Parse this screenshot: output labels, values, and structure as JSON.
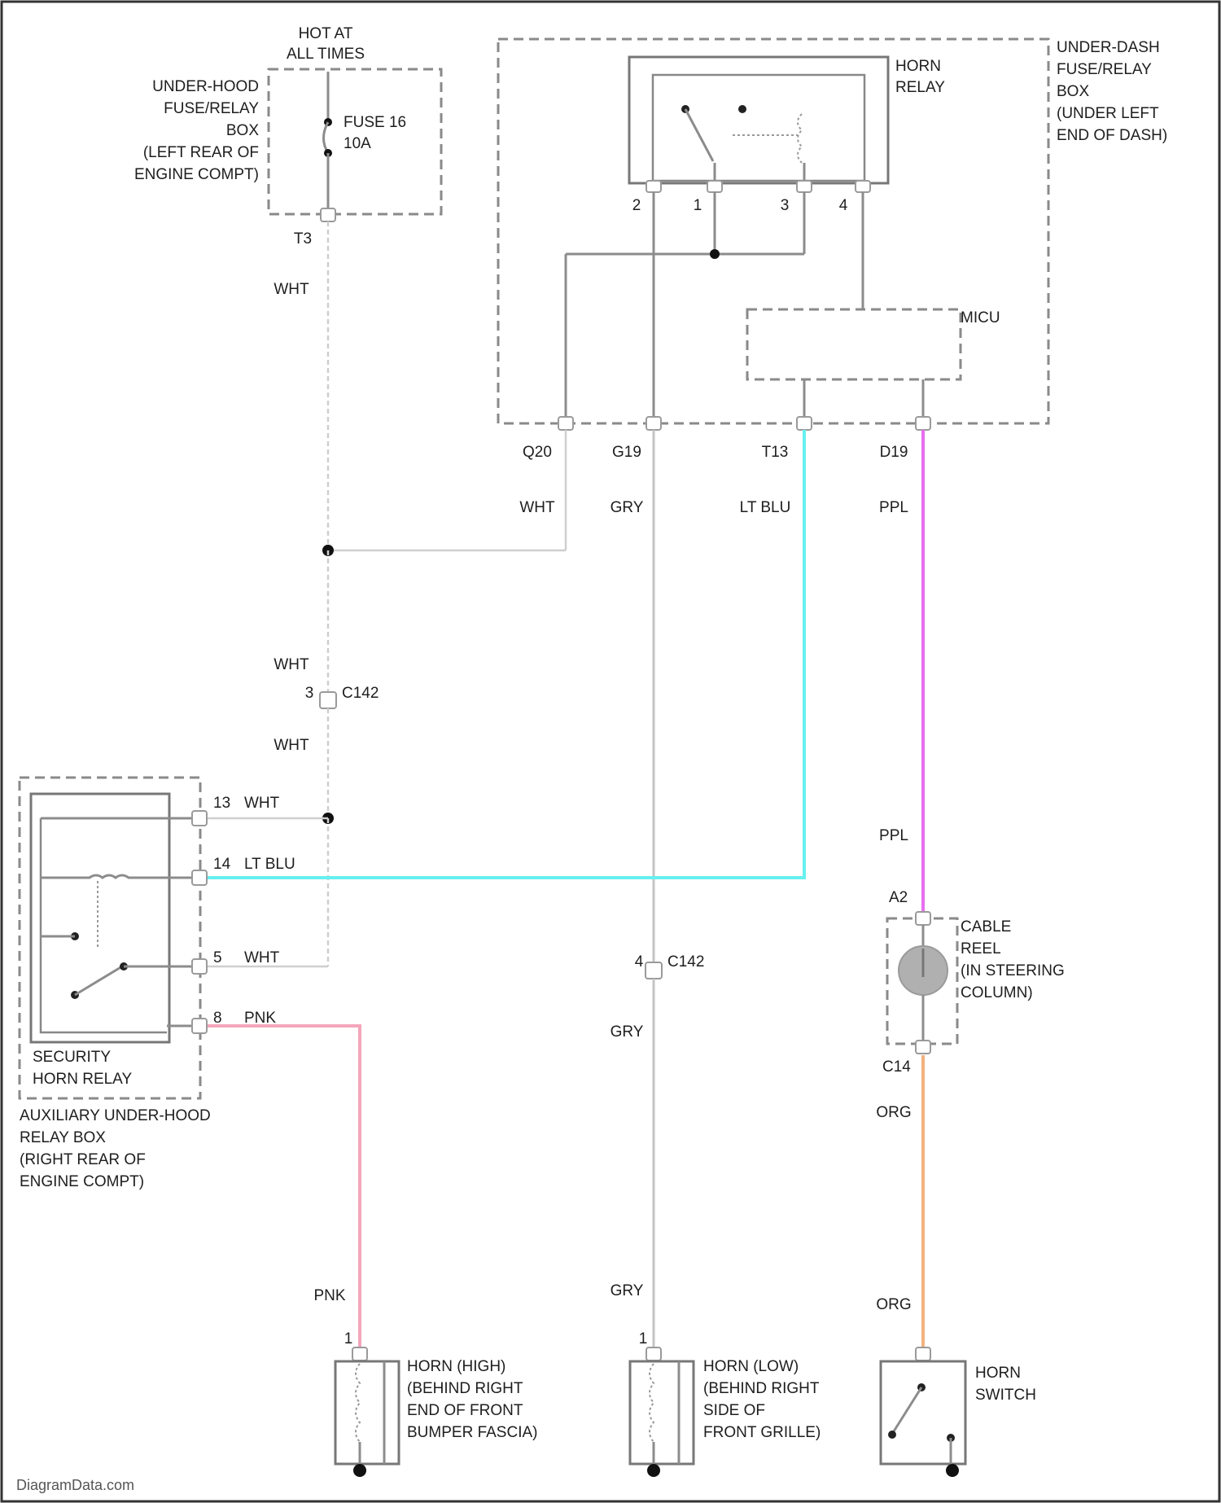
{
  "colors": {
    "lt_blu": "#66f0f0",
    "ppl": "#e86ef0",
    "pnk": "#f4a6bb",
    "org": "#f3b27d",
    "wht": "#cfcfcf",
    "gry": "#c4c4c4"
  },
  "components": {
    "hot_at_all_times": [
      "HOT AT",
      "ALL TIMES"
    ],
    "under_hood_box": [
      "UNDER-HOOD",
      "FUSE/RELAY",
      "BOX",
      "(LEFT REAR OF",
      "ENGINE COMPT)"
    ],
    "fuse": [
      "FUSE 16",
      "10A"
    ],
    "fuse_terminal": "T3",
    "horn_relay": [
      "HORN",
      "RELAY"
    ],
    "under_dash_box": [
      "UNDER-DASH",
      "FUSE/RELAY",
      "BOX",
      "(UNDER LEFT",
      "END OF DASH)"
    ],
    "relay_pins": [
      "2",
      "1",
      "3",
      "4"
    ],
    "micu": "MICU",
    "terminals": [
      "Q20",
      "G19",
      "T13",
      "D19"
    ],
    "security_relay": [
      "SECURITY",
      "HORN RELAY"
    ],
    "aux_box": [
      "AUXILIARY UNDER-HOOD",
      "RELAY BOX",
      "(RIGHT REAR OF",
      "ENGINE COMPT)"
    ],
    "cable_reel": [
      "CABLE",
      "REEL",
      "(IN STEERING",
      "COLUMN)"
    ],
    "cable_reel_pins": [
      "A2",
      "C14"
    ],
    "horn_high": [
      "HORN (HIGH)",
      "(BEHIND RIGHT",
      "END OF FRONT",
      "BUMPER FASCIA)"
    ],
    "horn_low": [
      "HORN (LOW)",
      "(BEHIND RIGHT",
      "SIDE OF",
      "FRONT GRILLE)"
    ],
    "horn_switch": [
      "HORN",
      "SWITCH"
    ],
    "horn_pin": "1"
  },
  "wire_labels": {
    "wht_1": "WHT",
    "top_wht": "WHT",
    "top_gry": "GRY",
    "top_ltblu": "LT BLU",
    "top_ppl": "PPL",
    "wht_2": "WHT",
    "wht_3": "WHT",
    "ppl_2": "PPL",
    "gry_2": "GRY",
    "org_1": "ORG",
    "pnk_2": "PNK",
    "gry_3": "GRY",
    "org_2": "ORG"
  },
  "connectors": {
    "c142_pin_a": "3",
    "c142_a": "C142",
    "c142_pin_b": "4",
    "c142_b": "C142"
  },
  "security_pins": [
    {
      "pin": "13",
      "wire": "WHT"
    },
    {
      "pin": "14",
      "wire": "LT BLU"
    },
    {
      "pin": "5",
      "wire": "WHT"
    },
    {
      "pin": "8",
      "wire": "PNK"
    }
  ],
  "watermark": "DiagramData.com"
}
